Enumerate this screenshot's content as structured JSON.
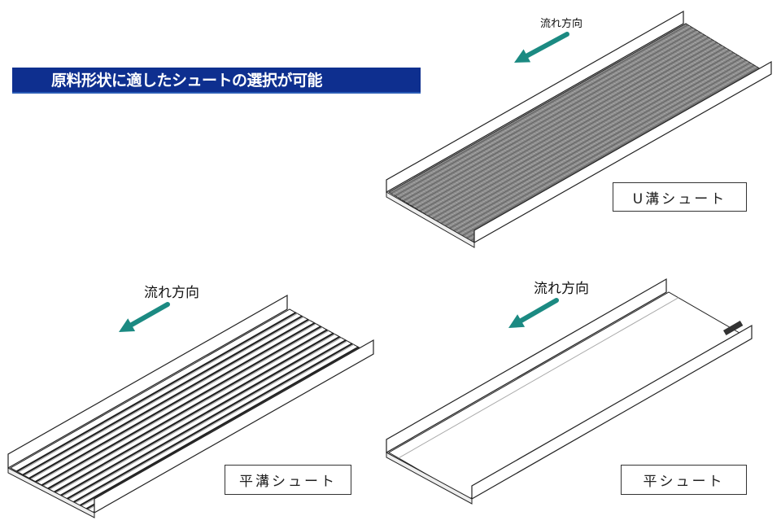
{
  "title": "原料形状に適したシュートの選択が可能",
  "flow_label": "流れ方向",
  "colors": {
    "banner": "#0e2f8f",
    "arrow": "#1b8a82"
  },
  "chutes": [
    {
      "name": "u-groove-chute",
      "label": "U溝シュート",
      "floor": "mesh"
    },
    {
      "name": "flat-groove-chute",
      "label": "平溝シュート",
      "floor": "grooves"
    },
    {
      "name": "flat-chute",
      "label": "平シュート",
      "floor": "flat"
    }
  ]
}
